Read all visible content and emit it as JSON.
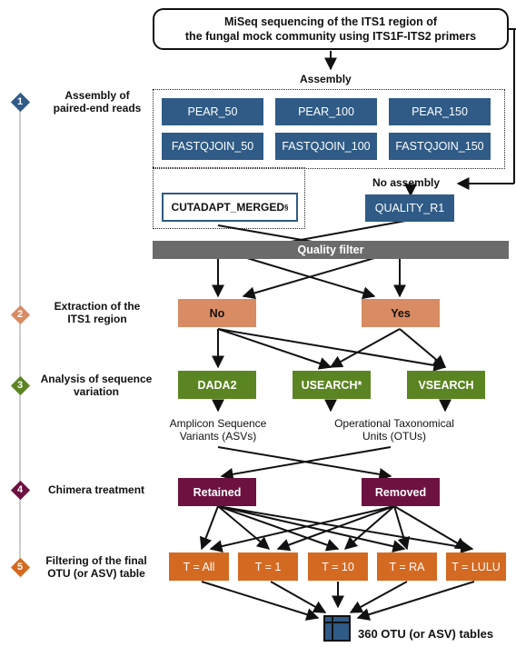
{
  "header": {
    "line1": "MiSeq sequencing of the ITS1 region of",
    "line2": "the fungal mock community using ITS1F-ITS2 primers"
  },
  "assembly": {
    "title": "Assembly",
    "methods": [
      "PEAR_50",
      "PEAR_100",
      "PEAR_150",
      "FASTQJOIN_50",
      "FASTQJOIN_100",
      "FASTQJOIN_150"
    ],
    "cutadapt": "CUTADAPT_MERGED",
    "cutadapt_mark": "§"
  },
  "no_assembly": {
    "title": "No assembly",
    "method": "QUALITY_R1"
  },
  "quality_filter": "Quality filter",
  "steps": [
    {
      "number": "1",
      "line1": "Assembly of",
      "line2": "paired-end reads",
      "color": "#2f5b86"
    },
    {
      "number": "2",
      "line1": "Extraction of the",
      "line2": "ITS1 region",
      "color": "#d98b63"
    },
    {
      "number": "3",
      "line1": "Analysis of sequence",
      "line2": "variation",
      "color": "#5b8522"
    },
    {
      "number": "4",
      "line1": "Chimera treatment",
      "line2": "",
      "color": "#6d1240"
    },
    {
      "number": "5",
      "line1": "Filtering of the final",
      "line2": "OTU  (or ASV) table",
      "color": "#d46a22"
    }
  ],
  "extraction": {
    "no": "No",
    "yes": "Yes"
  },
  "analysis": {
    "dada2": "DADA2",
    "usearch": "USEARCH*",
    "vsearch": "VSEARCH",
    "asv_line1": "Amplicon Sequence",
    "asv_line2": "Variants (ASVs)",
    "otu_line1": "Operational Taxonomical",
    "otu_line2": "Units (OTUs)"
  },
  "chimera": {
    "retained": "Retained",
    "removed": "Removed"
  },
  "filters": [
    "T = All",
    "T = 1",
    "T = 10",
    "T = RA",
    "T = LULU"
  ],
  "result": {
    "label": "360 OTU (or ASV) tables",
    "icon": "table-icon"
  }
}
